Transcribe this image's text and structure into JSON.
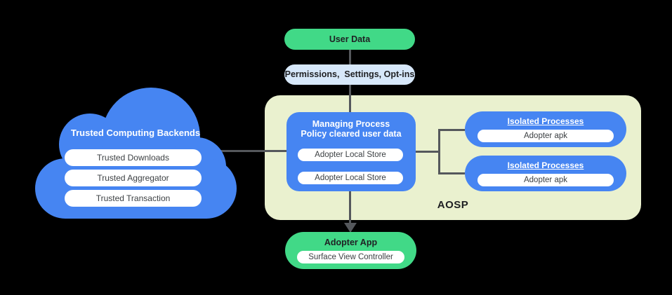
{
  "colors": {
    "background": "#000000",
    "blue": "#4685f2",
    "green": "#41d987",
    "light_blue": "#d7e8fa",
    "aosp_bg": "#eaf1cf",
    "line": "#55585c",
    "dark_text": "#202124",
    "pill_text": "#3c4043",
    "white_text": "#ffffff"
  },
  "cloud": {
    "title": "Trusted Computing Backends",
    "items": [
      "Trusted Downloads",
      "Trusted Aggregator",
      "Trusted Transaction"
    ]
  },
  "flow": {
    "user_data_label": "User Data",
    "permissions_label": "Permissions,  Settings, Opt-ins"
  },
  "aosp": {
    "label": "AOSP",
    "managing_process": {
      "title_line1": "Managing Process",
      "title_line2": "Policy cleared user data",
      "stores": [
        "Adopter Local Store",
        "Adopter Local Store"
      ]
    },
    "isolated_processes": [
      {
        "title": "Isolated Processes",
        "item": "Adopter apk"
      },
      {
        "title": "Isolated Processes",
        "item": "Adopter apk"
      }
    ]
  },
  "adopter_app": {
    "title": "Adopter App",
    "item": "Surface View Controller"
  }
}
